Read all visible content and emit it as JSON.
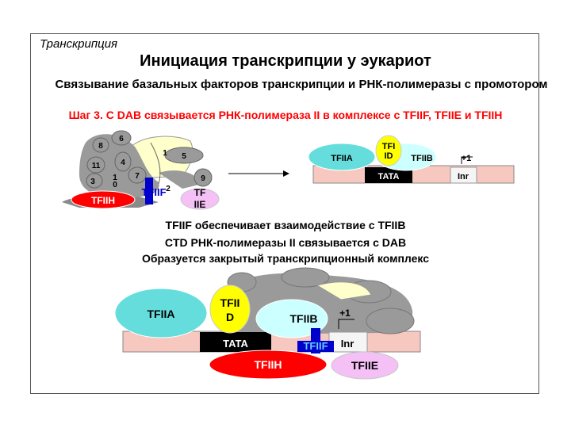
{
  "header": {
    "section": "Транскрипция",
    "title": "Инициация транскрипции у эукариот",
    "subtitle": "Связывание базальных факторов транскрипции и РНК-полимеразы с промотором",
    "step": "Шаг 3. С DAB связывается РНК-полимераза II в комплексе с TFIIF, TFIIE и TFIIH"
  },
  "pol_subunits": [
    "8",
    "6",
    "4",
    "11",
    "3",
    "1",
    "0",
    "7",
    "1",
    "5",
    "2",
    "9"
  ],
  "labels": {
    "tfiih": "TFIIH",
    "tfiif": "TFIIF",
    "tfiie_a": "TF",
    "tfiie_b": "IIE",
    "tfiia": "TFIIA",
    "tfiid_a": "TFI",
    "tfiid_b": "ID",
    "tfiib": "TFIIB",
    "plus1": "+1",
    "tata": "TATA",
    "inr": "Inr",
    "big_tfiia": "TFIIA",
    "big_tfiid_a": "TFII",
    "big_tfiid_b": "D",
    "big_tfiib": "TFIIB",
    "big_plus1": "+1",
    "big_tata": "TATA",
    "big_tfiif": "TFIIF",
    "big_inr": "Inr",
    "big_tfiih": "TFIIH",
    "big_tfiie": "TFIIE"
  },
  "description": [
    "TFIIF обеспечивает взаимодействие с TFIIB",
    "CTD РНК-полимеразы II связывается с DAB",
    "Образуется закрытый транскрипционный комплекс"
  ],
  "colors": {
    "pol": "#9a9a9a",
    "pol_light": "#ffffcc",
    "tfiih": "#ff0000",
    "tfiif": "#0000cc",
    "tfiie": "#f5c0f5",
    "tfiia": "#66dddd",
    "tfiid": "#ffff00",
    "tfiib": "#ccffff",
    "dna": "#f7c8c0",
    "tata": "#000000",
    "step_text": "#ff0000"
  }
}
